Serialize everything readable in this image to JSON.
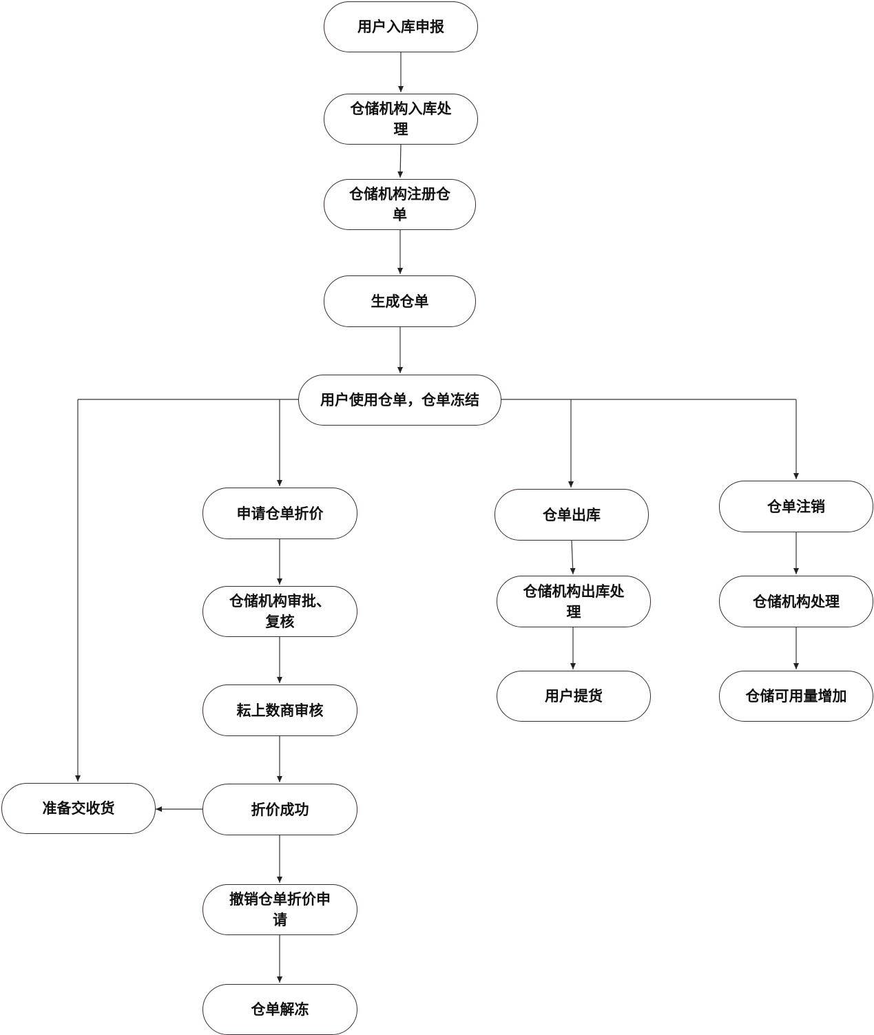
{
  "nodes": {
    "user_inbound_declare": "用户入库申报",
    "warehouse_inbound_process": "仓储机构入库处理",
    "warehouse_register_receipt": "仓储机构注册仓单",
    "generate_receipt": "生成仓单",
    "use_and_freeze": "用户使用仓单，仓单冻结",
    "apply_discount": "申请仓单折价",
    "warehouse_approve_review": "仓储机构审批、复核",
    "platform_review": "耘上数商审核",
    "discount_success": "折价成功",
    "revoke_discount_apply": "撤销仓单折价申请",
    "receipt_unfreeze": "仓单解冻",
    "prepare_delivery": "准备交收货",
    "receipt_outbound": "仓单出库",
    "warehouse_outbound_process": "仓储机构出库处理",
    "user_pickup": "用户提货",
    "receipt_cancel": "仓单注销",
    "warehouse_process": "仓储机构处理",
    "storage_available_increase": "仓储可用量增加"
  },
  "colors": {
    "node_border": "#3a2a30",
    "edge": "#333333",
    "text": "#111111",
    "background": "#ffffff"
  }
}
